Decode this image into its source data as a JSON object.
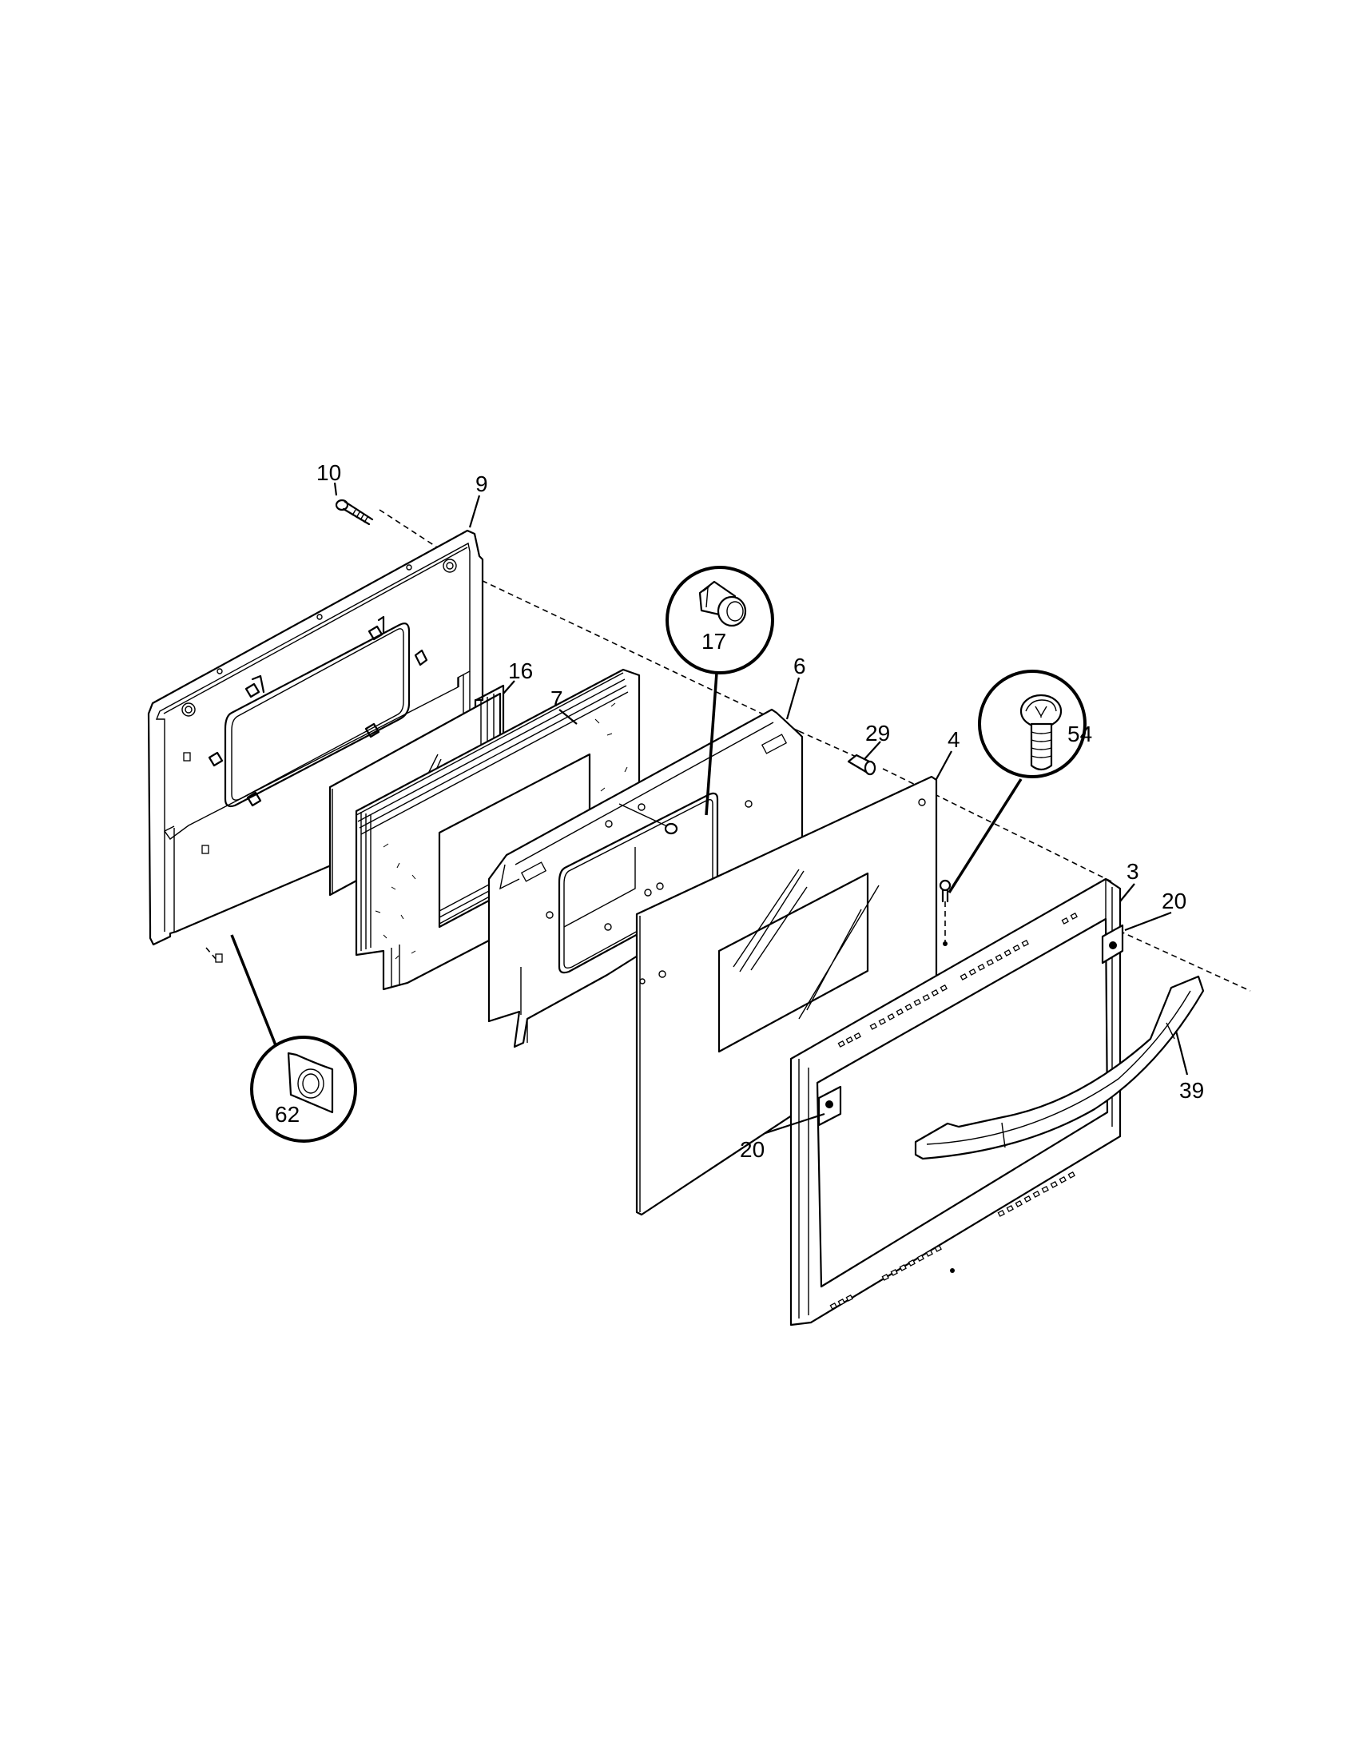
{
  "diagram": {
    "type": "exploded-parts-view",
    "subject": "oven door assembly",
    "background": "#ffffff",
    "line_color": "#000000"
  },
  "parts": [
    {
      "id": "3",
      "label": "3",
      "description": "door frame (front trim)"
    },
    {
      "id": "4",
      "label": "4",
      "description": "outer door glass panel"
    },
    {
      "id": "6",
      "label": "6",
      "description": "inner door panel with window"
    },
    {
      "id": "7",
      "label": "7",
      "description": "insulation pack"
    },
    {
      "id": "9",
      "label": "9",
      "description": "door liner"
    },
    {
      "id": "10",
      "label": "10",
      "description": "screw"
    },
    {
      "id": "16",
      "label": "16",
      "description": "inner window glass"
    },
    {
      "id": "17",
      "label": "17",
      "description": "spacer / standoff (callout)"
    },
    {
      "id": "20",
      "label": "20",
      "description": "handle bracket"
    },
    {
      "id": "29",
      "label": "29",
      "description": "spacer"
    },
    {
      "id": "39",
      "label": "39",
      "description": "door handle"
    },
    {
      "id": "54",
      "label": "54",
      "description": "screw (callout)"
    },
    {
      "id": "62",
      "label": "62",
      "description": "clip nut (callout)"
    }
  ],
  "labels": {
    "l10": "10",
    "l9": "9",
    "l16": "16",
    "l7": "7",
    "l17": "17",
    "l6": "6",
    "l29": "29",
    "l4": "4",
    "l54": "54",
    "l3": "3",
    "l20a": "20",
    "l39": "39",
    "l20b": "20",
    "l62": "62"
  }
}
